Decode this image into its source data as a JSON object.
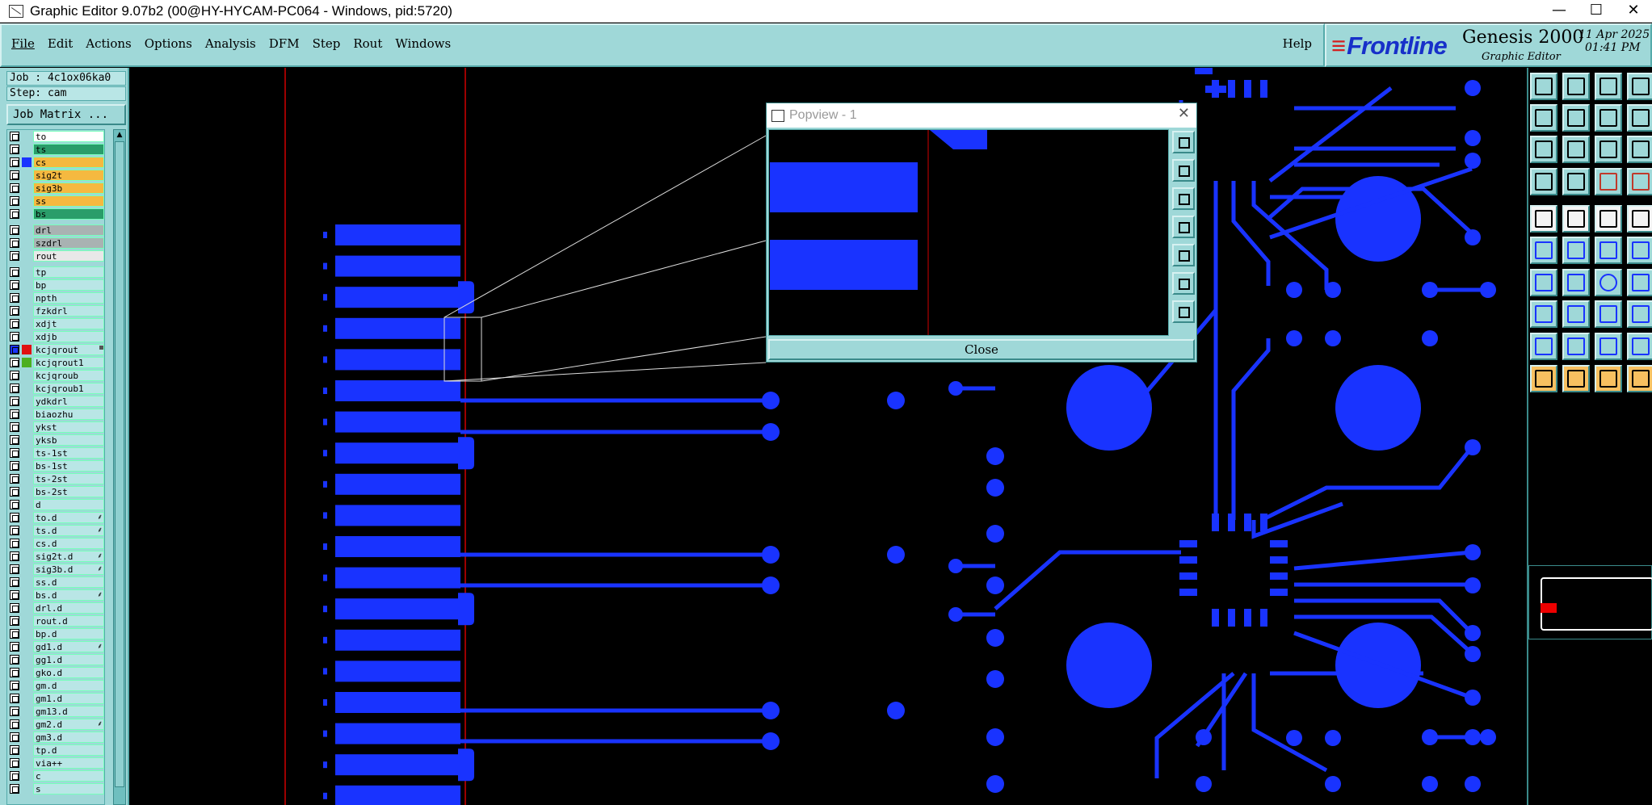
{
  "window": {
    "title": "Graphic Editor 9.07b2 (00@HY-HYCAM-PC064 - Windows, pid:5720)",
    "controls": [
      "—",
      "☐",
      "✕"
    ]
  },
  "menubar": {
    "items": [
      "File",
      "Edit",
      "Actions",
      "Options",
      "Analysis",
      "DFM",
      "Step",
      "Rout",
      "Windows"
    ],
    "help": "Help"
  },
  "brand": {
    "logo": "Frontline",
    "product": "Genesis 2000",
    "subtitle": "Graphic Editor",
    "date": "11 Apr 2025",
    "time": "01:41 PM"
  },
  "job": {
    "job_line": "Job : 4c1ox06ka0",
    "step_line": "Step: cam",
    "matrix_button": "Job Matrix ..."
  },
  "layer_groups": [
    [
      {
        "name": "to",
        "color": "#ffffff",
        "swatch": ""
      },
      {
        "name": "ts",
        "color": "#2a9d6a",
        "swatch": ""
      },
      {
        "name": "cs",
        "color": "#f5b940",
        "swatch": "#1933ff"
      },
      {
        "name": "sig2t",
        "color": "#f5b940",
        "swatch": ""
      },
      {
        "name": "sig3b",
        "color": "#f5b940",
        "swatch": ""
      },
      {
        "name": "ss",
        "color": "#f5b940",
        "swatch": ""
      },
      {
        "name": "bs",
        "color": "#2a9d6a",
        "swatch": ""
      }
    ],
    [
      {
        "name": "drl",
        "color": "#a9b2b2",
        "swatch": ""
      },
      {
        "name": "szdrl",
        "color": "#a9b2b2",
        "swatch": ""
      },
      {
        "name": "rout",
        "color": "#e8e8e8",
        "swatch": ""
      }
    ],
    [
      {
        "name": "tp",
        "color": "#b9e6e6",
        "swatch": ""
      },
      {
        "name": "bp",
        "color": "#b9e6e6",
        "swatch": ""
      },
      {
        "name": "npth",
        "color": "#b9e6e6",
        "swatch": ""
      },
      {
        "name": "fzkdrl",
        "color": "#b9e6e6",
        "swatch": ""
      },
      {
        "name": "xdjt",
        "color": "#b9e6e6",
        "swatch": ""
      },
      {
        "name": "xdjb",
        "color": "#b9e6e6",
        "swatch": ""
      },
      {
        "name": "kcjqrout",
        "color": "#b9e6e6",
        "swatch": "#e01010",
        "swatch2": "#1933ff",
        "right": "■"
      },
      {
        "name": "kcjqrout1",
        "color": "#b9e6e6",
        "swatch": "#4caf20"
      },
      {
        "name": "kcjqroub",
        "color": "#b9e6e6",
        "swatch": ""
      },
      {
        "name": "kcjqroub1",
        "color": "#b9e6e6",
        "swatch": ""
      },
      {
        "name": "ydkdrl",
        "color": "#b9e6e6",
        "swatch": ""
      },
      {
        "name": "biaozhu",
        "color": "#b9e6e6",
        "swatch": ""
      },
      {
        "name": "ykst",
        "color": "#b9e6e6",
        "swatch": ""
      },
      {
        "name": "yksb",
        "color": "#b9e6e6",
        "swatch": ""
      },
      {
        "name": "ts-1st",
        "color": "#b9e6e6",
        "swatch": ""
      },
      {
        "name": "bs-1st",
        "color": "#b9e6e6",
        "swatch": ""
      },
      {
        "name": "ts-2st",
        "color": "#b9e6e6",
        "swatch": ""
      },
      {
        "name": "bs-2st",
        "color": "#b9e6e6",
        "swatch": ""
      },
      {
        "name": "d",
        "color": "#b9e6e6",
        "swatch": ""
      },
      {
        "name": "to.d",
        "color": "#b9e6e6",
        "swatch": "",
        "mark": "⸙"
      },
      {
        "name": "ts.d",
        "color": "#b9e6e6",
        "swatch": "",
        "mark": "⸙"
      },
      {
        "name": "cs.d",
        "color": "#b9e6e6",
        "swatch": ""
      },
      {
        "name": "sig2t.d",
        "color": "#b9e6e6",
        "swatch": "",
        "mark": "⸙"
      },
      {
        "name": "sig3b.d",
        "color": "#b9e6e6",
        "swatch": "",
        "mark": "⸙"
      },
      {
        "name": "ss.d",
        "color": "#b9e6e6",
        "swatch": ""
      },
      {
        "name": "bs.d",
        "color": "#b9e6e6",
        "swatch": "",
        "mark": "⸙"
      },
      {
        "name": "drl.d",
        "color": "#b9e6e6",
        "swatch": ""
      },
      {
        "name": "rout.d",
        "color": "#b9e6e6",
        "swatch": ""
      },
      {
        "name": "bp.d",
        "color": "#b9e6e6",
        "swatch": ""
      },
      {
        "name": "gd1.d",
        "color": "#b9e6e6",
        "swatch": "",
        "mark": "⸙"
      },
      {
        "name": "gg1.d",
        "color": "#b9e6e6",
        "swatch": ""
      },
      {
        "name": "gko.d",
        "color": "#b9e6e6",
        "swatch": ""
      },
      {
        "name": "gm.d",
        "color": "#b9e6e6",
        "swatch": ""
      },
      {
        "name": "gm1.d",
        "color": "#b9e6e6",
        "swatch": ""
      },
      {
        "name": "gm13.d",
        "color": "#b9e6e6",
        "swatch": ""
      },
      {
        "name": "gm2.d",
        "color": "#b9e6e6",
        "swatch": "",
        "mark": "⸙"
      },
      {
        "name": "gm3.d",
        "color": "#b9e6e6",
        "swatch": ""
      },
      {
        "name": "tp.d",
        "color": "#b9e6e6",
        "swatch": ""
      },
      {
        "name": "via++",
        "color": "#b9e6e6",
        "swatch": ""
      },
      {
        "name": "c",
        "color": "#b9e6e6",
        "swatch": ""
      },
      {
        "name": "s",
        "color": "#b9e6e6",
        "swatch": ""
      }
    ]
  ],
  "popview": {
    "title": "Popview - 1",
    "close_label": "Close",
    "close_icon": "✕"
  },
  "colors": {
    "feature_blue": "#1933ff",
    "panel_teal": "#9fd8d8",
    "datum_red": "#d00000"
  },
  "toolbox": {
    "icons": [
      "zoom-home-icon",
      "zoom-fit-icon",
      "home-icon",
      "redraw-icon",
      "pan-left-icon",
      "pan-right-icon",
      "flip-icon",
      "mirror-icon",
      "zoom-extent-icon",
      "zoom-center-icon",
      "ratio-icon",
      "query-icon",
      "measure-icon",
      "probe-icon",
      "layer-compare-icon",
      "layer-compare2-icon",
      "select-solid-icon",
      "select-line-icon",
      "ruler-icon",
      "pad-icon",
      "net-icon",
      "delete-icon",
      "move-icon",
      "copy-icon",
      "angle-icon",
      "line-icon",
      "arc-icon",
      "text-icon",
      "array-icon",
      "trim-icon",
      "center-icon",
      "group-icon",
      "triangle-icon",
      "snap-a-icon",
      "snap-b-icon",
      "snap-c-icon",
      "pointer-icon",
      "pointer2-icon",
      "pointer3-icon",
      "route-icon"
    ]
  }
}
